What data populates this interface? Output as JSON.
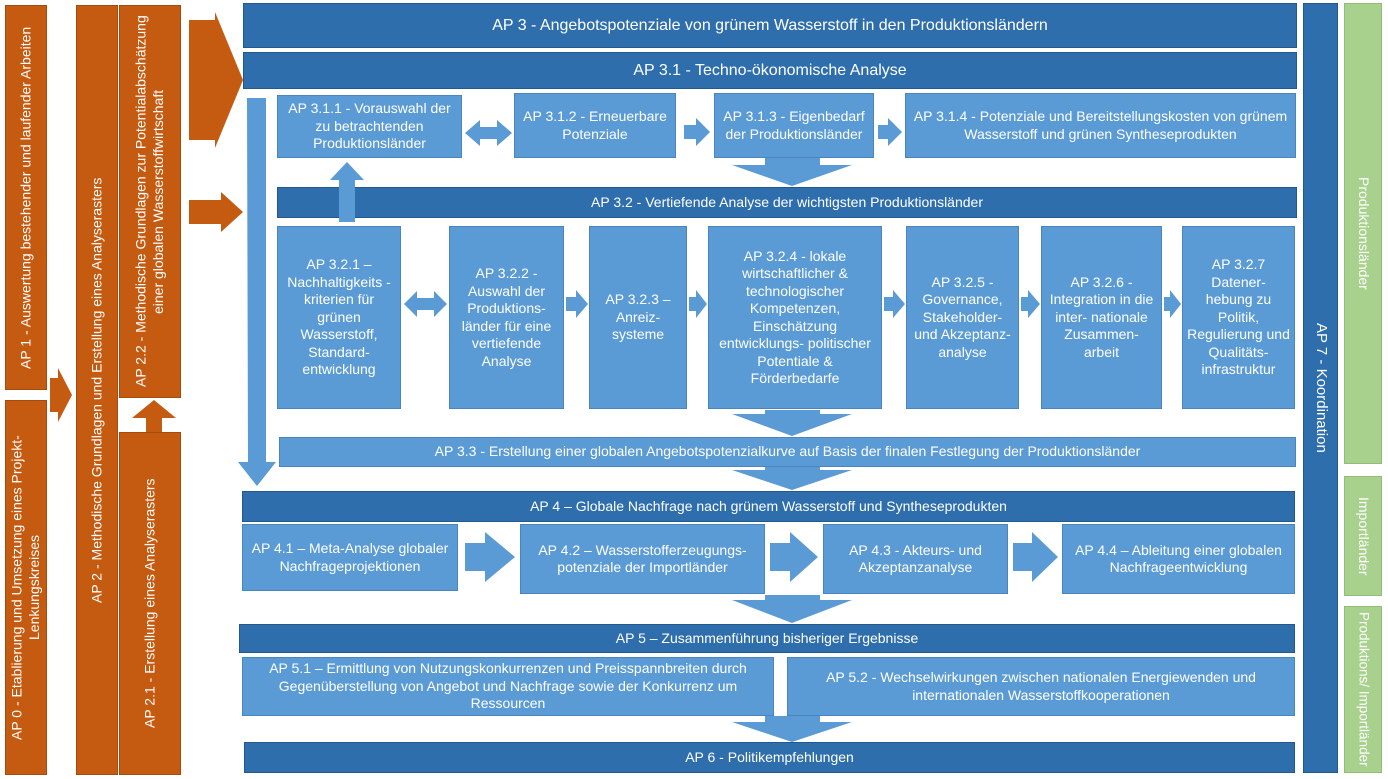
{
  "left_column": {
    "ap0": "AP 0 - Etablierung und Umsetzung eines Projekt-Lenkungskreises",
    "ap1": "AP 1 - Auswertung bestehender und laufender Arbeiten",
    "ap2": "AP 2 - Methodische Grundlagen und Erstellung eines Analyserasters",
    "ap21": "AP 2.1 - Erstellung eines Analyserasters",
    "ap22": "AP 2.2 - Methodische Grundlagen zur Potentialabschätzung einer globalen Wasserstoffwirtschaft"
  },
  "ap3": {
    "title": "AP 3 - Angebotspotenziale von grünem Wasserstoff in den Produktionsländern",
    "ap31": "AP 3.1 - Techno-ökonomische  Analyse",
    "ap311": "AP 3.1.1 - Vorauswahl der zu betrachtenden Produktionsländer",
    "ap312": "AP 3.1.2 - Erneuerbare Potenziale",
    "ap313": "AP 3.1.3 - Eigenbedarf der Produktionsländer",
    "ap314": "AP 3.1.4 - Potenziale und Bereitstellungskosten von grünem Wasserstoff und grünen Syntheseprodukten",
    "ap32": "AP 3.2 - Vertiefende Analyse der wichtigsten Produktionsländer",
    "ap321": "AP 3.2.1 – Nachhaltigkeits -kriterien für grünen Wasserstoff, Standard- entwicklung",
    "ap322": "AP 3.2.2 - Auswahl der Produktions- länder für eine vertiefende Analyse",
    "ap323": "AP 3.2.3 – Anreiz- systeme",
    "ap324": "AP 3.2.4 - lokale wirtschaftlicher & technologischer Kompetenzen, Einschätzung entwicklungs- politischer Potentiale & Förderbedarfe",
    "ap325": "AP 3.2.5 - Governance, Stakeholder- und Akzeptanz- analyse",
    "ap326": "AP 3.2.6 - Integration in die inter- nationale Zusammen- arbeit",
    "ap327": "AP 3.2.7 Datener- hebung zu Politik, Regulierung und Qualitäts- infrastruktur",
    "ap33": "AP 3.3 - Erstellung einer globalen Angebotspotenzialkurve auf Basis der finalen Festlegung der Produktionsländer"
  },
  "ap4": {
    "title": "AP 4 – Globale Nachfrage nach grünem Wasserstoff und Syntheseprodukten",
    "ap41": "AP 4.1 – Meta-Analyse globaler Nachfrageprojektionen",
    "ap42": "AP 4.2 – Wasserstofferzeugungs- potenziale der Importländer",
    "ap43": "AP 4.3 - Akteurs- und Akzeptanzanalyse",
    "ap44": "AP 4.4 – Ableitung einer globalen Nachfrageentwicklung"
  },
  "ap5": {
    "title": "AP 5 – Zusammenführung bisheriger Ergebnisse",
    "ap51": "AP 5.1 – Ermittlung von Nutzungskonkurrenzen und Preisspannbreiten durch Gegenüberstellung von Angebot und Nachfrage sowie der Konkurrenz um Ressourcen",
    "ap52": "AP 5.2 - Wechselwirkungen zwischen nationalen Energiewenden und internationalen Wasserstoffkooperationen"
  },
  "ap6": "AP 6 - Politikempfehlungen",
  "ap7": "AP 7 - Koordination",
  "right_labels": {
    "produktionslaender": "Produktionsländer",
    "importlaender": "Importländer",
    "produktions_importlaender": "Produktions/ Importländer"
  },
  "colors": {
    "dark_blue": "#2e6eac",
    "light_blue": "#5b9bd5",
    "orange": "#c55a11",
    "green": "#a9d18e"
  }
}
